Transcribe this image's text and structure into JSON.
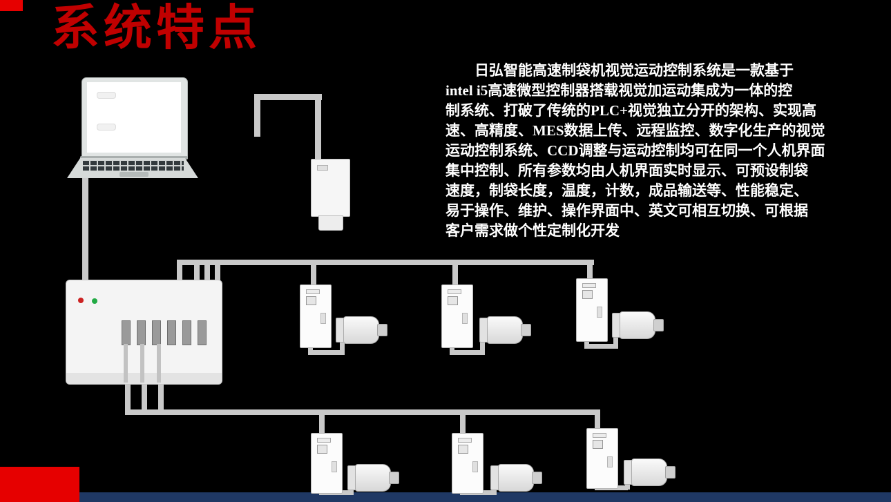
{
  "slide": {
    "title": "系统特点",
    "body": "　　日弘智能高速制袋机视觉运动控制系统是一款基于\nintel i5高速微型控制器搭载视觉加运动集成为一体的控\n制系统、打破了传统的PLC+视觉独立分开的架构、实现高\n速、高精度、MES数据上传、远程监控、数字化生产的视觉\n运动控制系统、CCD调整与运动控制均可在同一个人机界面\n集中控制、所有参数均由人机界面实时显示、可预设制袋\n速度，制袋长度，温度，计数，成品输送等、性能稳定、\n易于操作、维护、操作界面中、英文可相互切换、可根据\n客户需求做个性定制化开发"
  },
  "colors": {
    "background": "#000000",
    "title_red": "#c00000",
    "accent_red": "#e60000",
    "footer_blue": "#1f3864",
    "cable": "#c9c9c9",
    "text": "#ffffff",
    "led_red": "#cc2222",
    "led_green": "#22aa44"
  },
  "diagram": {
    "devices": {
      "laptop": "laptop-computer",
      "camera": "ccd-camera",
      "controller": "motion-controller",
      "servo_drive_count": 6,
      "servo_motor_count": 6
    }
  }
}
